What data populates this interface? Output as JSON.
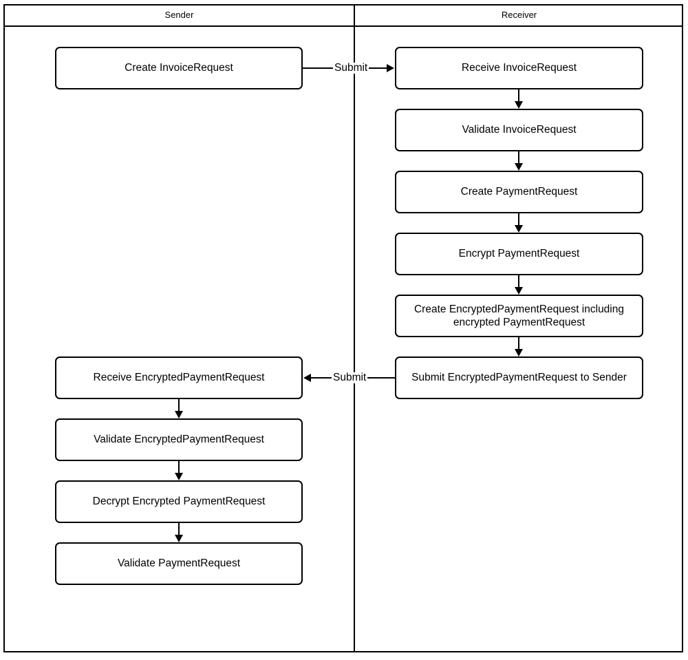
{
  "diagram": {
    "type": "swimlane-flowchart",
    "lanes": [
      {
        "id": "sender",
        "title": "Sender"
      },
      {
        "id": "receiver",
        "title": "Receiver"
      }
    ],
    "nodes": {
      "sender": [
        {
          "id": "s1",
          "label": "Create InvoiceRequest"
        },
        {
          "id": "s2",
          "label": "Receive EncryptedPaymentRequest"
        },
        {
          "id": "s3",
          "label": "Validate EncryptedPaymentRequest"
        },
        {
          "id": "s4",
          "label": "Decrypt Encrypted PaymentRequest"
        },
        {
          "id": "s5",
          "label": "Validate PaymentRequest"
        }
      ],
      "receiver": [
        {
          "id": "r1",
          "label": "Receive InvoiceRequest"
        },
        {
          "id": "r2",
          "label": "Validate InvoiceRequest"
        },
        {
          "id": "r3",
          "label": "Create PaymentRequest"
        },
        {
          "id": "r4",
          "label": "Encrypt PaymentRequest"
        },
        {
          "id": "r5",
          "label": "Create EncryptedPaymentRequest including encrypted PaymentRequest",
          "line1": "Create EncryptedPaymentRequest including",
          "line2": "encrypted PaymentRequest"
        },
        {
          "id": "r6",
          "label": "Submit EncryptedPaymentRequest to Sender"
        }
      ]
    },
    "edges": {
      "submit_to_receiver": {
        "label": "Submit",
        "direction": "left-to-right"
      },
      "submit_to_sender": {
        "label": "Submit",
        "direction": "right-to-left"
      }
    },
    "colors": {
      "stroke": "#000000",
      "background": "#ffffff",
      "text": "#000000"
    }
  }
}
